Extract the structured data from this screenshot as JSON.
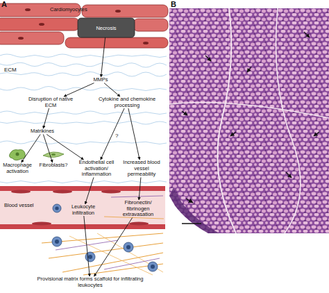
{
  "diagram": {
    "nodes": [
      {
        "text": [
          "Cardiomyocytes"
        ]
      },
      {
        "text": [
          "Necrosis"
        ],
        "in": 0
      },
      {
        "text": [
          "MMPs"
        ]
      },
      {
        "text": [
          "Disruption of native ECM"
        ]
      },
      {
        "text": [
          "Cytokine and chemokine processing"
        ]
      },
      {
        "text": [
          "Matrikines"
        ]
      },
      {
        "text": [
          "Macrophage activation"
        ]
      },
      {
        "text": [
          "Fibroblasts?"
        ]
      },
      {
        "text": [
          "Endothelial cell activation/ inflammation"
        ]
      },
      {
        "text": [
          "Increased blood vessel permeability"
        ]
      },
      {
        "text": [
          "Blood vessel"
        ]
      },
      {
        "text": [
          "Leukocyte infiltration"
        ],
        "in": 10
      },
      {
        "text": [
          "Fibronectin/ fibrinogen extravasation"
        ],
        "in": 10
      },
      {
        "text": [
          "Provisional matrix forms scaffold for infiltrating leukocytes"
        ]
      }
    ],
    "edges": [
      {
        "from": 1,
        "to": 2,
        "arrow": "to"
      },
      {
        "from": 2,
        "to": 3,
        "arrow": "to"
      },
      {
        "from": 2,
        "to": 4,
        "arrow": "to"
      },
      {
        "from": 3,
        "to": 5,
        "arrow": "to"
      },
      {
        "from": 5,
        "to": 6,
        "arrow": "to"
      },
      {
        "from": 5,
        "to": 7,
        "arrow": "to"
      },
      {
        "from": 5,
        "to": 8,
        "arrow": "to"
      },
      {
        "from": 4,
        "to": 8,
        "label": "?",
        "arrow": "to"
      },
      {
        "from": 4,
        "to": 9,
        "arrow": "to"
      },
      {
        "from": 8,
        "to": 11,
        "arrow": "to"
      },
      {
        "from": 9,
        "to": 12,
        "arrow": "to"
      },
      {
        "from": 11,
        "to": 13,
        "arrow": "to"
      },
      {
        "from": 12,
        "to": 13,
        "arrow": "to"
      }
    ],
    "labels": [
      "A",
      "ECM",
      "B"
    ]
  }
}
